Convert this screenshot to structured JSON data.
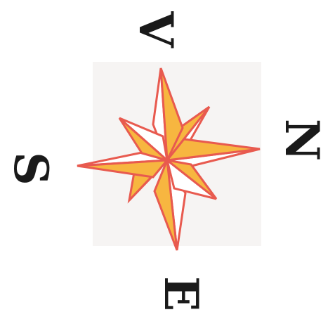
{
  "compass": {
    "labels": {
      "top": "V",
      "right": "N",
      "bottom": "E",
      "left": "S"
    },
    "colors": {
      "star_outline": "#e85a4f",
      "star_fill": "#f7b640",
      "star_light": "#ffffff",
      "backdrop": "#f6f4f3",
      "letters": "#1a1a1a"
    }
  }
}
